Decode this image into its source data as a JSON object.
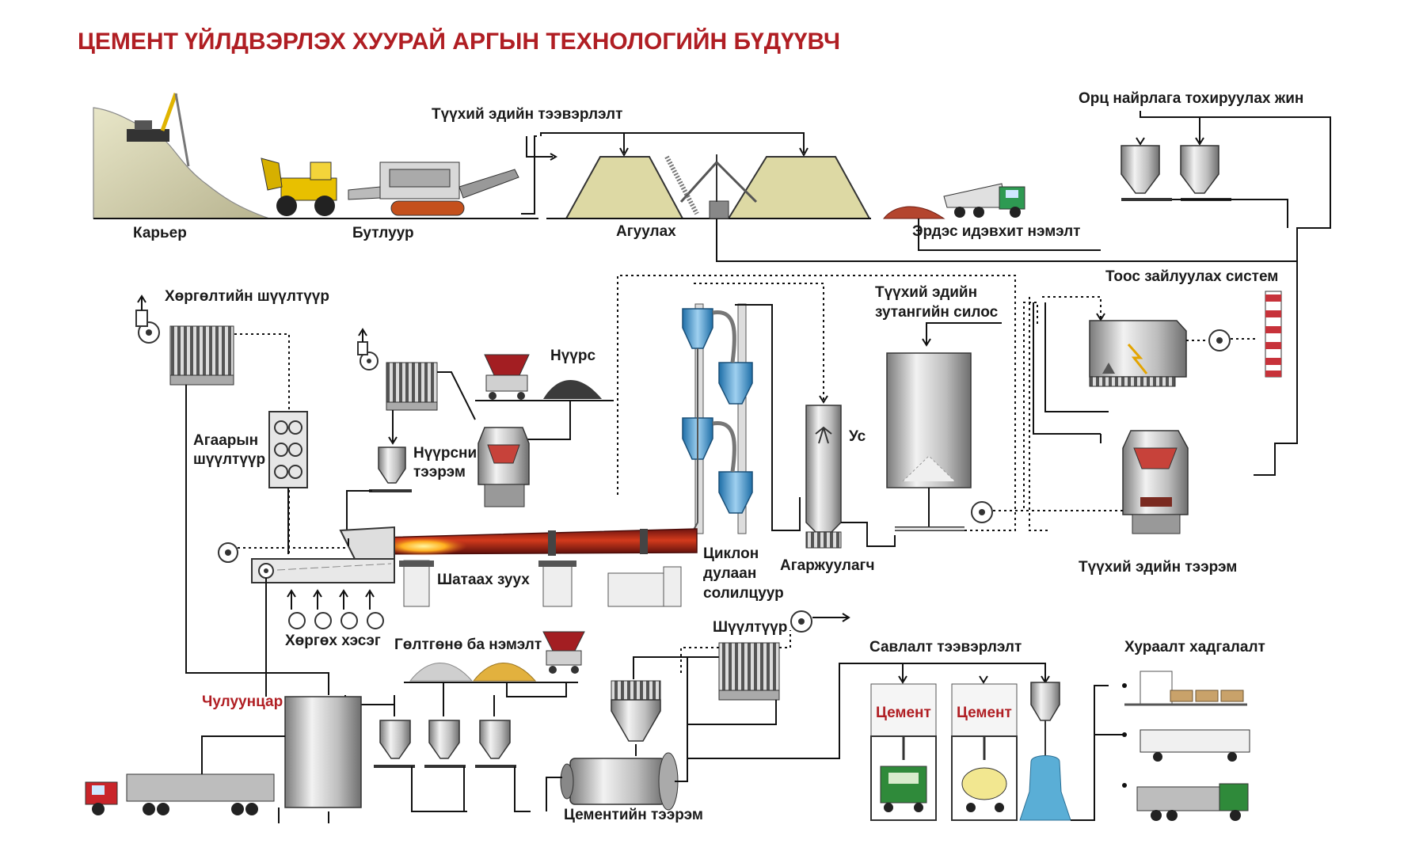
{
  "title": "ЦЕМЕНТ ҮЙЛДВЭРЛЭХ ХУУРАЙ АРГЫН ТЕХНОЛОГИЙН БҮДҮҮВЧ",
  "labels": {
    "quarry": "Карьер",
    "crusher": "Бутлуур",
    "raw_transport": "Түүхий эдийн тээвэрлэлт",
    "storage": "Агуулах",
    "mineral_additive": "Эрдэс идэвхит нэмэлт",
    "dosing": "Орц найрлага тохируулах жин",
    "cooler_filter": "Хөргөлтийн шүүлтүүр",
    "coal": "Нүүрс",
    "dust_system": "Тоос зайлуулах систем",
    "homog_silo_1": "Түүхий эдийн",
    "homog_silo_2": "зутангийн силос",
    "air_filter_1": "Агаарын",
    "air_filter_2": "шүүлтүүр",
    "coal_mill_1": "Нүүрсний",
    "coal_mill_2": "тээрэм",
    "water": "Ус",
    "conditioning_tower": "Агаржуулагч",
    "cyclone_1": "Циклон",
    "cyclone_2": "дулаан",
    "cyclone_3": "солилцуур",
    "kiln": "Шатаах зуух",
    "raw_mill": "Түүхий эдийн тээрэм",
    "cooler": "Хөргөх хэсэг",
    "gypsum": "Гөлтгөнө ба нэмэлт",
    "filter": "Шүүлтүүр",
    "shipping": "Савлалт тээвэрлэлт",
    "storage_final": "Хураалт хадгалалт",
    "clinker": "Чулуунцар",
    "cement_mill": "Цементийн тээрэм",
    "cement_1": "Цемент",
    "cement_2": "Цемент"
  },
  "colors": {
    "title": "#b01e23",
    "clinker_label": "#b01e23",
    "kiln_flame": "#e0541c",
    "cyclone": "#3a8fc8",
    "stockpile": "#ddd9a4",
    "additive_pile": "#b4452e",
    "gypsum_pile": "#e2b13e"
  }
}
